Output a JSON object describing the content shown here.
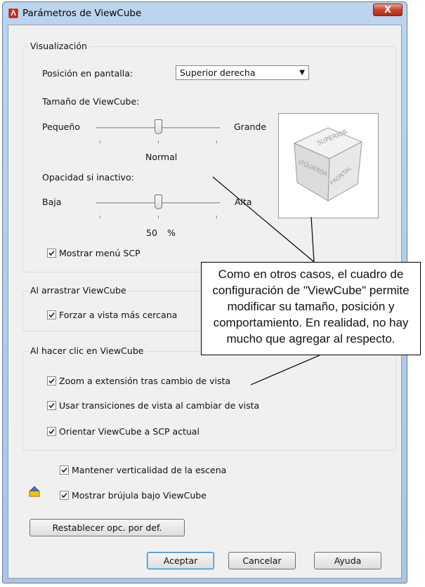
{
  "window": {
    "title": "Parámetros de ViewCube",
    "close_label": "X"
  },
  "visualizacion": {
    "label": "Visualización",
    "position_label": "Posición en pantalla:",
    "position_value": "Superior derecha",
    "size_label": "Tamaño de ViewCube:",
    "size_min": "Pequeño",
    "size_max": "Grande",
    "size_value": "Normal",
    "size_level_fraction": 0.5,
    "opacity_label": "Opacidad si inactivo:",
    "opacity_min": "Baja",
    "opacity_max": "Alta",
    "opacity_number": "50",
    "opacity_unit": "%",
    "opacity_level_fraction": 0.5,
    "show_ucs_menu": {
      "label": "Mostrar menú SCP",
      "checked": true
    },
    "cube_faces": {
      "top": "SUPERIOR",
      "left": "IZQUIERDA",
      "front": "FRONTAL"
    }
  },
  "drag": {
    "label": "Al arrastrar ViewCube",
    "snap": {
      "label": "Forzar a vista más cercana",
      "checked": true
    }
  },
  "click": {
    "label": "Al hacer clic en ViewCube",
    "zoom": {
      "label": "Zoom a extensión tras cambio de vista",
      "checked": true
    },
    "transitions": {
      "label": "Usar transiciones de vista al cambiar de vista",
      "checked": true
    },
    "orient": {
      "label": "Orientar ViewCube a SCP actual",
      "checked": true
    }
  },
  "keep_upright": {
    "label": "Mantener verticalidad de la escena",
    "checked": true
  },
  "show_compass": {
    "label": "Mostrar brújula bajo ViewCube",
    "checked": true
  },
  "buttons": {
    "restore": "Restablecer opc. por def.",
    "ok": "Aceptar",
    "cancel": "Cancelar",
    "help": "Ayuda"
  },
  "callout": {
    "text": "Como en otros casos, el cuadro de configuración de \"ViewCube\" permite modificar su tamaño, posición y comportamiento. En realidad, no hay mucho que agregar al respecto."
  }
}
